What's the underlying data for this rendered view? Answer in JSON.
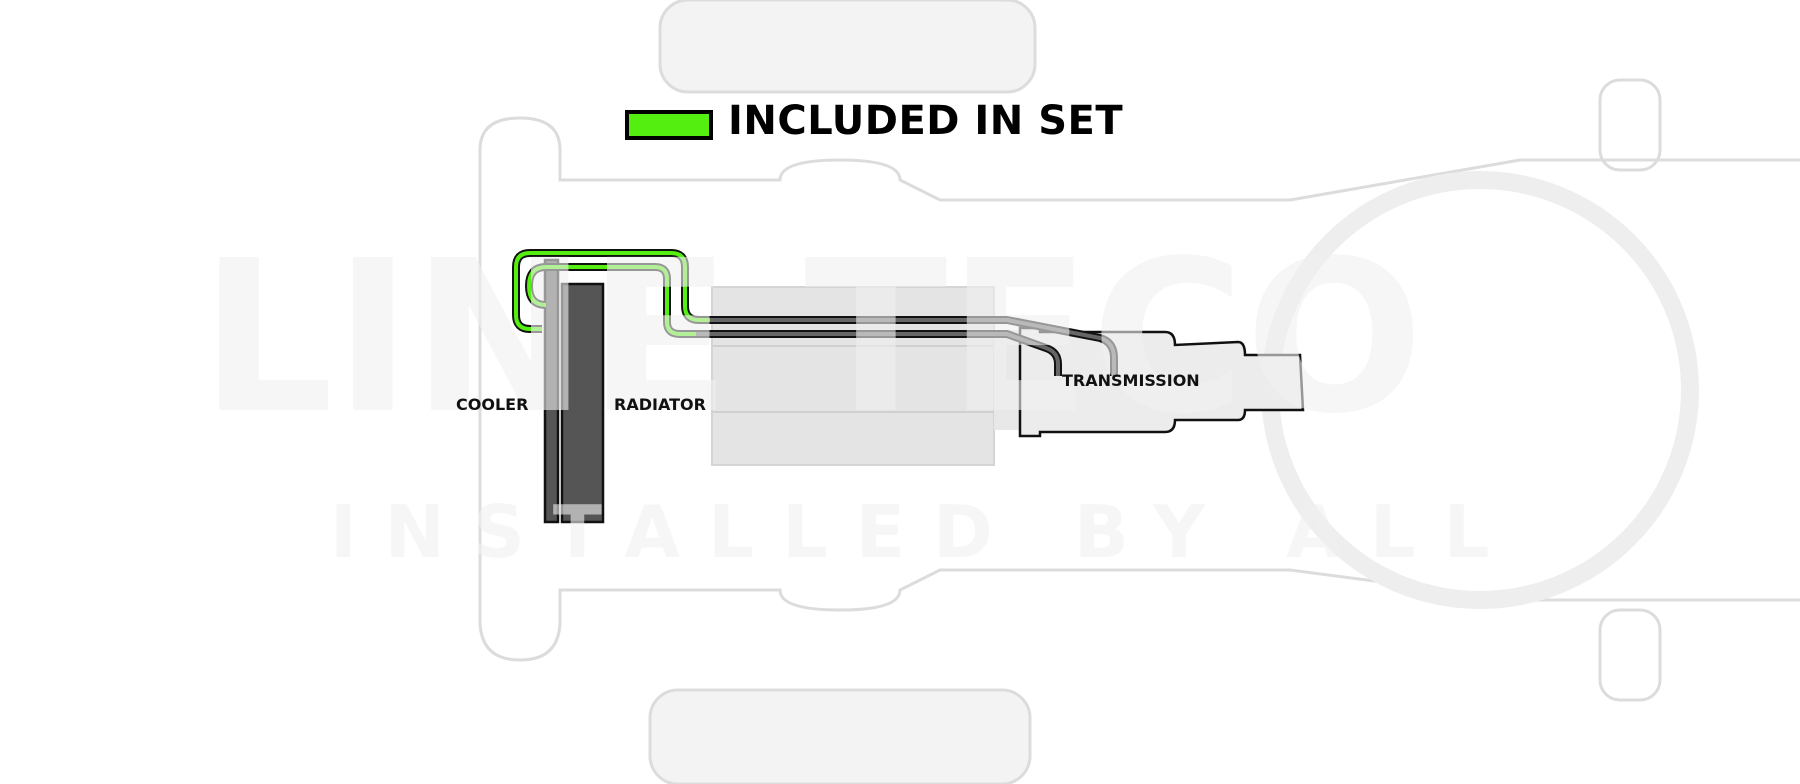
{
  "legend": {
    "label": "INCLUDED IN SET",
    "swatch_color": "#55ee11"
  },
  "labels": {
    "cooler": "COOLER",
    "radiator": "RADIATOR",
    "transmission": "TRANSMISSION"
  },
  "watermark": {
    "brand": "LINE TECO",
    "tagline": "INSTALLED BY ALL"
  },
  "colors": {
    "included_line": "#55ee11",
    "other_line": "#555555",
    "cooler": "#555555",
    "radiator": "#555555",
    "engine": "#e2e2e2",
    "frame": "#dddddd"
  }
}
